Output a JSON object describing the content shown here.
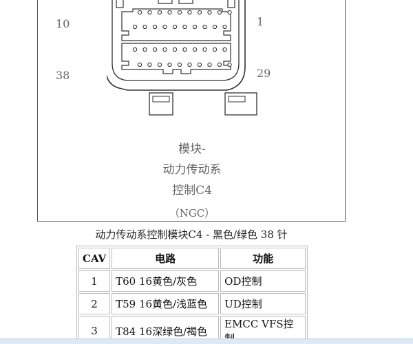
{
  "diagram": {
    "pin_labels": {
      "top_left": "10",
      "top_right": "1",
      "bottom_left": "38",
      "bottom_right": "29"
    },
    "caption": {
      "line1": "模块-",
      "line2": "动力传动系",
      "line3": "控制C4",
      "line4": "（NGC）"
    }
  },
  "table": {
    "title": "动力传动系控制模块C4 - 黑色/绿色  38 针",
    "headers": {
      "cav": "CAV",
      "circuit": "电路",
      "function": "功能"
    },
    "rows": [
      {
        "cav": "1",
        "circuit": "T60 16黄色/灰色",
        "function": "OD控制"
      },
      {
        "cav": "2",
        "circuit": "T59 16黄色/浅蓝色",
        "function": "UD控制"
      },
      {
        "cav": "3",
        "circuit": "T84 16深绿色/褐色",
        "function": "EMCC VFS控制"
      }
    ]
  }
}
